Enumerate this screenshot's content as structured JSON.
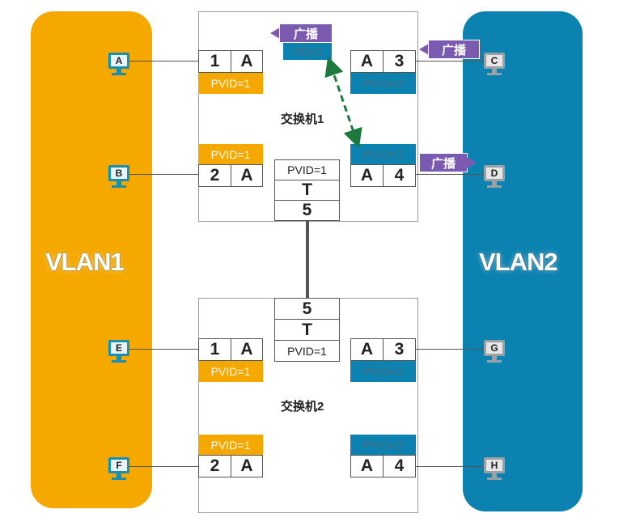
{
  "vlans": {
    "vlan1": "VLAN1",
    "vlan2": "VLAN2"
  },
  "switch1": {
    "name": "交换机1",
    "port1": {
      "num": "1",
      "mode": "A",
      "pvid": "PVID=1"
    },
    "port2": {
      "num": "2",
      "mode": "A",
      "pvid": "PVID=1"
    },
    "port3": {
      "num": "3",
      "mode": "A",
      "pvid": "PVID=2"
    },
    "port4": {
      "num": "4",
      "mode": "A",
      "pvid": "PVID=2"
    },
    "port5": {
      "num": "5",
      "mode": "T",
      "pvid": "PVID=1"
    },
    "vid_tag": "VID=2"
  },
  "switch2": {
    "name": "交换机2",
    "port1": {
      "num": "1",
      "mode": "A",
      "pvid": "PVID=1"
    },
    "port2": {
      "num": "2",
      "mode": "A",
      "pvid": "PVID=1"
    },
    "port3": {
      "num": "3",
      "mode": "A",
      "pvid": "PVID=2"
    },
    "port4": {
      "num": "4",
      "mode": "A",
      "pvid": "PVID=2"
    },
    "port5": {
      "num": "5",
      "mode": "T",
      "pvid": "PVID=1"
    }
  },
  "hosts": {
    "a": "A",
    "b": "B",
    "c": "C",
    "d": "D",
    "e": "E",
    "f": "F",
    "g": "G",
    "h": "H"
  },
  "broadcast": {
    "label_1": "广播",
    "label_2": "广播",
    "label_3": "广播"
  },
  "colors": {
    "vlan1": "#f5a800",
    "vlan2": "#0b82b0",
    "broadcast": "#7b5bb0",
    "link_arrow": "#1e7a3c"
  }
}
